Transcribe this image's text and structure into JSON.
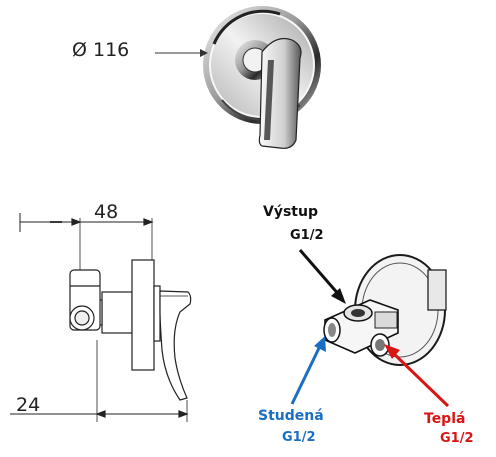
{
  "diameter_label": "Ø 116",
  "dim_width": "48",
  "dim_depth": "24",
  "ports": {
    "outlet": {
      "name": "Výstup",
      "thread": "G1/2",
      "color": "#111111"
    },
    "cold": {
      "name": "Studená",
      "thread": "G1/2",
      "color": "#1a6fc4"
    },
    "hot": {
      "name": "Teplá",
      "thread": "G1/2",
      "color": "#d81414"
    }
  }
}
